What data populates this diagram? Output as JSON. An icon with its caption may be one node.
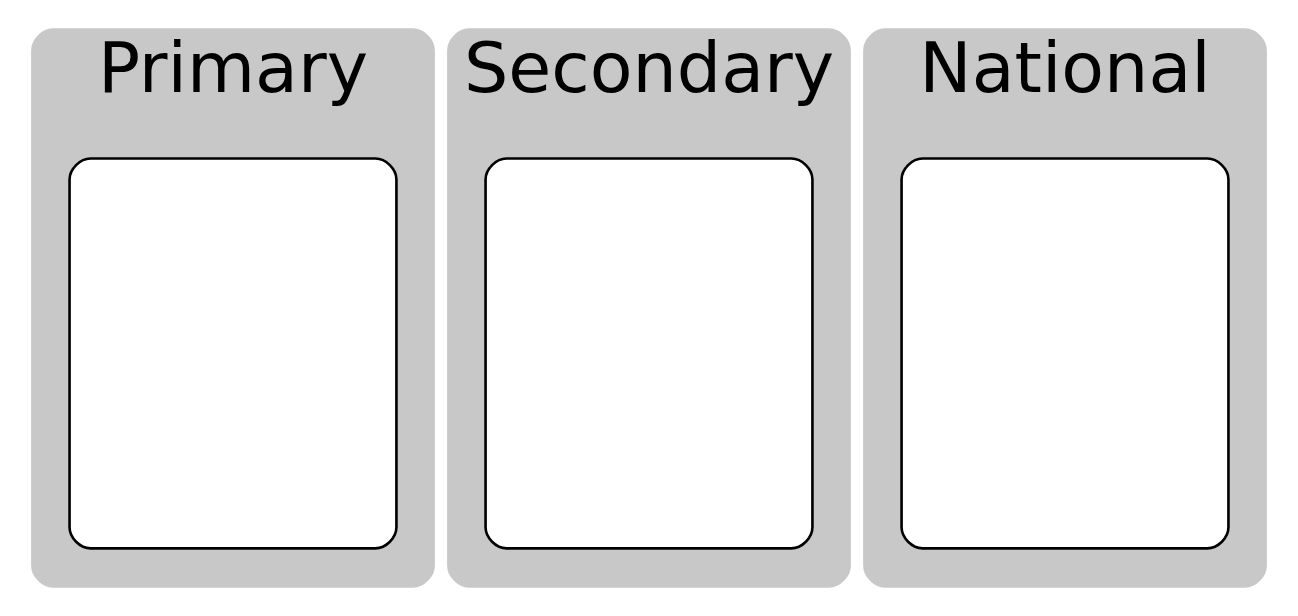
{
  "diagram": {
    "nodes": [
      {
        "text": [
          "Primary"
        ]
      },
      {
        "text": [],
        "shape": "box",
        "in": 0
      },
      {
        "text": [
          "Secondary"
        ]
      },
      {
        "text": [],
        "shape": "box",
        "in": 2
      },
      {
        "text": [
          "National"
        ]
      },
      {
        "text": [],
        "shape": "box",
        "in": 4
      }
    ]
  }
}
